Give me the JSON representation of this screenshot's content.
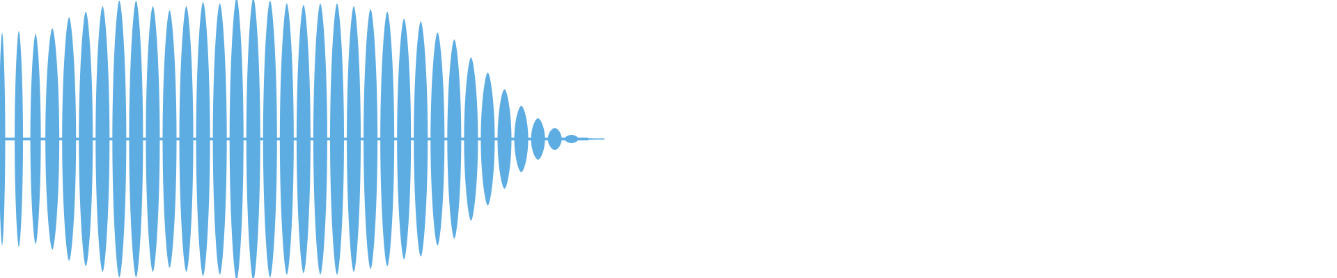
{
  "waveform": {
    "color": "#5dade2",
    "background": "#ffffff",
    "icon": "audio-waveform",
    "lobes": [
      {
        "amp": 0.77
      },
      {
        "amp": 0.78
      },
      {
        "amp": 0.76
      },
      {
        "amp": 0.8
      },
      {
        "amp": 0.88
      },
      {
        "amp": 0.92
      },
      {
        "amp": 0.96
      },
      {
        "amp": 1.0
      },
      {
        "amp": 1.0
      },
      {
        "amp": 0.96
      },
      {
        "amp": 0.93
      },
      {
        "amp": 0.96
      },
      {
        "amp": 0.99
      },
      {
        "amp": 0.98
      },
      {
        "amp": 1.02
      },
      {
        "amp": 1.02
      },
      {
        "amp": 1.0
      },
      {
        "amp": 0.98
      },
      {
        "amp": 0.97
      },
      {
        "amp": 0.98
      },
      {
        "amp": 0.98
      },
      {
        "amp": 0.96
      },
      {
        "amp": 0.94
      },
      {
        "amp": 0.92
      },
      {
        "amp": 0.87
      },
      {
        "amp": 0.85
      },
      {
        "amp": 0.77
      },
      {
        "amp": 0.72
      },
      {
        "amp": 0.59
      },
      {
        "amp": 0.48
      },
      {
        "amp": 0.36
      },
      {
        "amp": 0.24
      },
      {
        "amp": 0.15
      },
      {
        "amp": 0.08
      },
      {
        "amp": 0.03
      },
      {
        "amp": 0.005
      }
    ]
  }
}
